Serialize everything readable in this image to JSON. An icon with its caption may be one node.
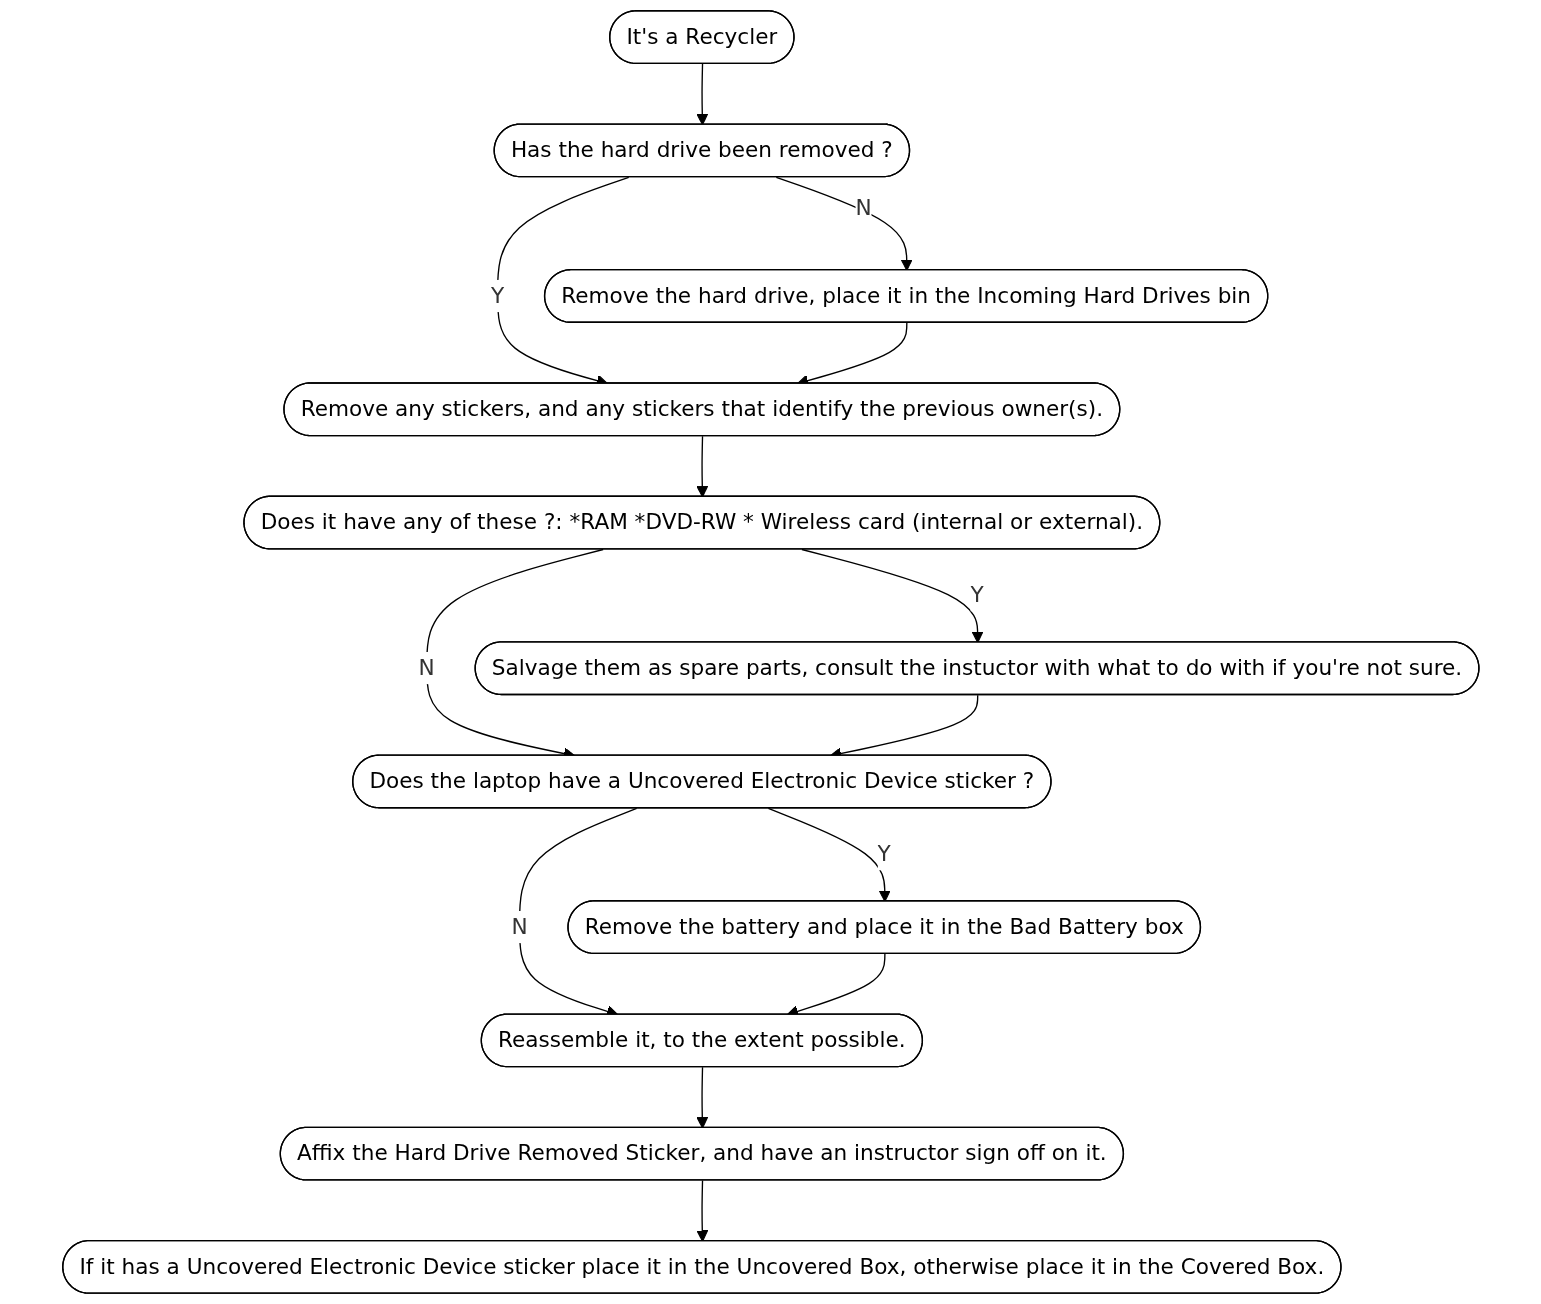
{
  "diagram": {
    "nodes": [
      {
        "text": [
          "It's a Recycler"
        ]
      },
      {
        "text": [
          "Has the hard drive been removed ?"
        ]
      },
      {
        "text": [
          "Remove the hard drive, place it in the Incoming Hard Drives bin"
        ]
      },
      {
        "text": [
          "Remove any stickers, and any stickers that identify the previous owner(s)."
        ]
      },
      {
        "text": [
          "Does it have any of these ?: *RAM *DVD-RW * Wireless card (internal or external)."
        ]
      },
      {
        "text": [
          "Salvage them as spare parts, consult the instuctor with what to do with if you're not sure."
        ]
      },
      {
        "text": [
          "Does the laptop have a Uncovered Electronic Device sticker ?"
        ]
      },
      {
        "text": [
          "Remove the battery and place it in the Bad Battery box"
        ]
      },
      {
        "text": [
          "Reassemble it, to the extent possible."
        ]
      },
      {
        "text": [
          "Affix the Hard Drive Removed Sticker, and have an instructor sign off on it."
        ]
      },
      {
        "text": [
          "If it has a Uncovered Electronic Device sticker place it in the Uncovered Box, otherwise place it in the Covered Box."
        ]
      }
    ],
    "edges": [
      {
        "from": 0,
        "to": 1,
        "arrow": "to"
      },
      {
        "from": 1,
        "to": 2,
        "arrow": "to",
        "label": "N"
      },
      {
        "from": 1,
        "to": 3,
        "arrow": "to",
        "label": "Y"
      },
      {
        "from": 2,
        "to": 3,
        "arrow": "to"
      },
      {
        "from": 3,
        "to": 4,
        "arrow": "to"
      },
      {
        "from": 4,
        "to": 5,
        "arrow": "to",
        "label": "Y"
      },
      {
        "from": 4,
        "to": 6,
        "arrow": "to",
        "label": "N"
      },
      {
        "from": 5,
        "to": 6,
        "arrow": "to"
      },
      {
        "from": 6,
        "to": 7,
        "arrow": "to",
        "label": "Y"
      },
      {
        "from": 6,
        "to": 8,
        "arrow": "to",
        "label": "N"
      },
      {
        "from": 7,
        "to": 8,
        "arrow": "to"
      },
      {
        "from": 8,
        "to": 9,
        "arrow": "to"
      },
      {
        "from": 9,
        "to": 10,
        "arrow": "to"
      }
    ]
  }
}
